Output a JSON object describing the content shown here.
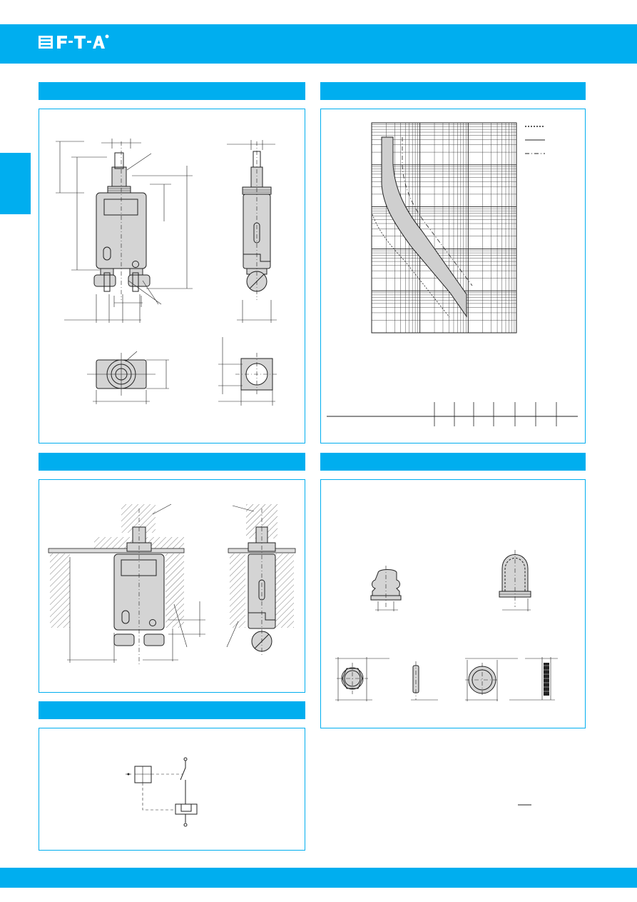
{
  "brand": {
    "name": "E-T-A",
    "accent_color": "#00aeef",
    "logo_icon": "eta-logo-icon"
  },
  "sections": [
    {
      "id": "dimensions",
      "label": ""
    },
    {
      "id": "characteristic-curve",
      "label": ""
    },
    {
      "id": "installation-drawing",
      "label": ""
    },
    {
      "id": "accessories",
      "label": ""
    },
    {
      "id": "internal-connection-diagram",
      "label": ""
    }
  ],
  "curve_legend": {
    "styles": [
      "dotted",
      "solid",
      "dash-dot"
    ]
  }
}
